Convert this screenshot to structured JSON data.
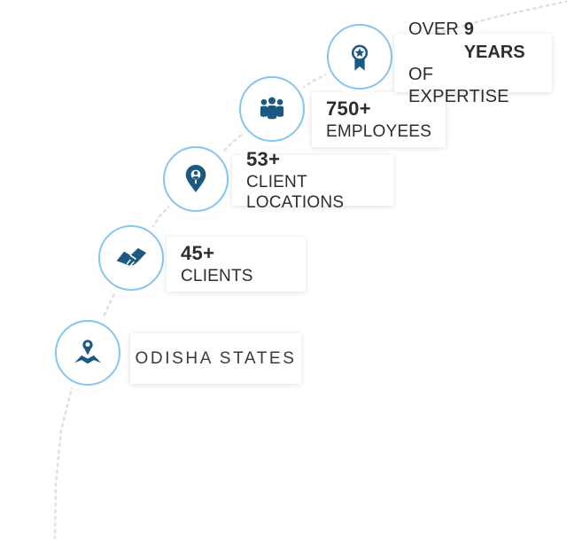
{
  "colors": {
    "circle_border": "#85c5ef",
    "icon_blue": "#1b5981",
    "text": "#2d2d2d",
    "dotted_line": "#e0e0e0",
    "box_background": "#ffffff"
  },
  "items": [
    {
      "name": "odisha-states",
      "icon": "map-location-icon",
      "label": "ODISHA STATES"
    },
    {
      "name": "clients",
      "icon": "handshake-icon",
      "number": "45+",
      "label": "CLIENTS"
    },
    {
      "name": "client-locations",
      "icon": "person-pin-icon",
      "number": "53+",
      "label": "CLIENT LOCATIONS"
    },
    {
      "name": "employees",
      "icon": "people-group-icon",
      "number": "750+",
      "label": "EMPLOYEES"
    },
    {
      "name": "years-expertise",
      "icon": "award-medal-icon",
      "prefix": "OVER",
      "number": "9 YEARS",
      "label": "OF EXPERTISE"
    }
  ]
}
